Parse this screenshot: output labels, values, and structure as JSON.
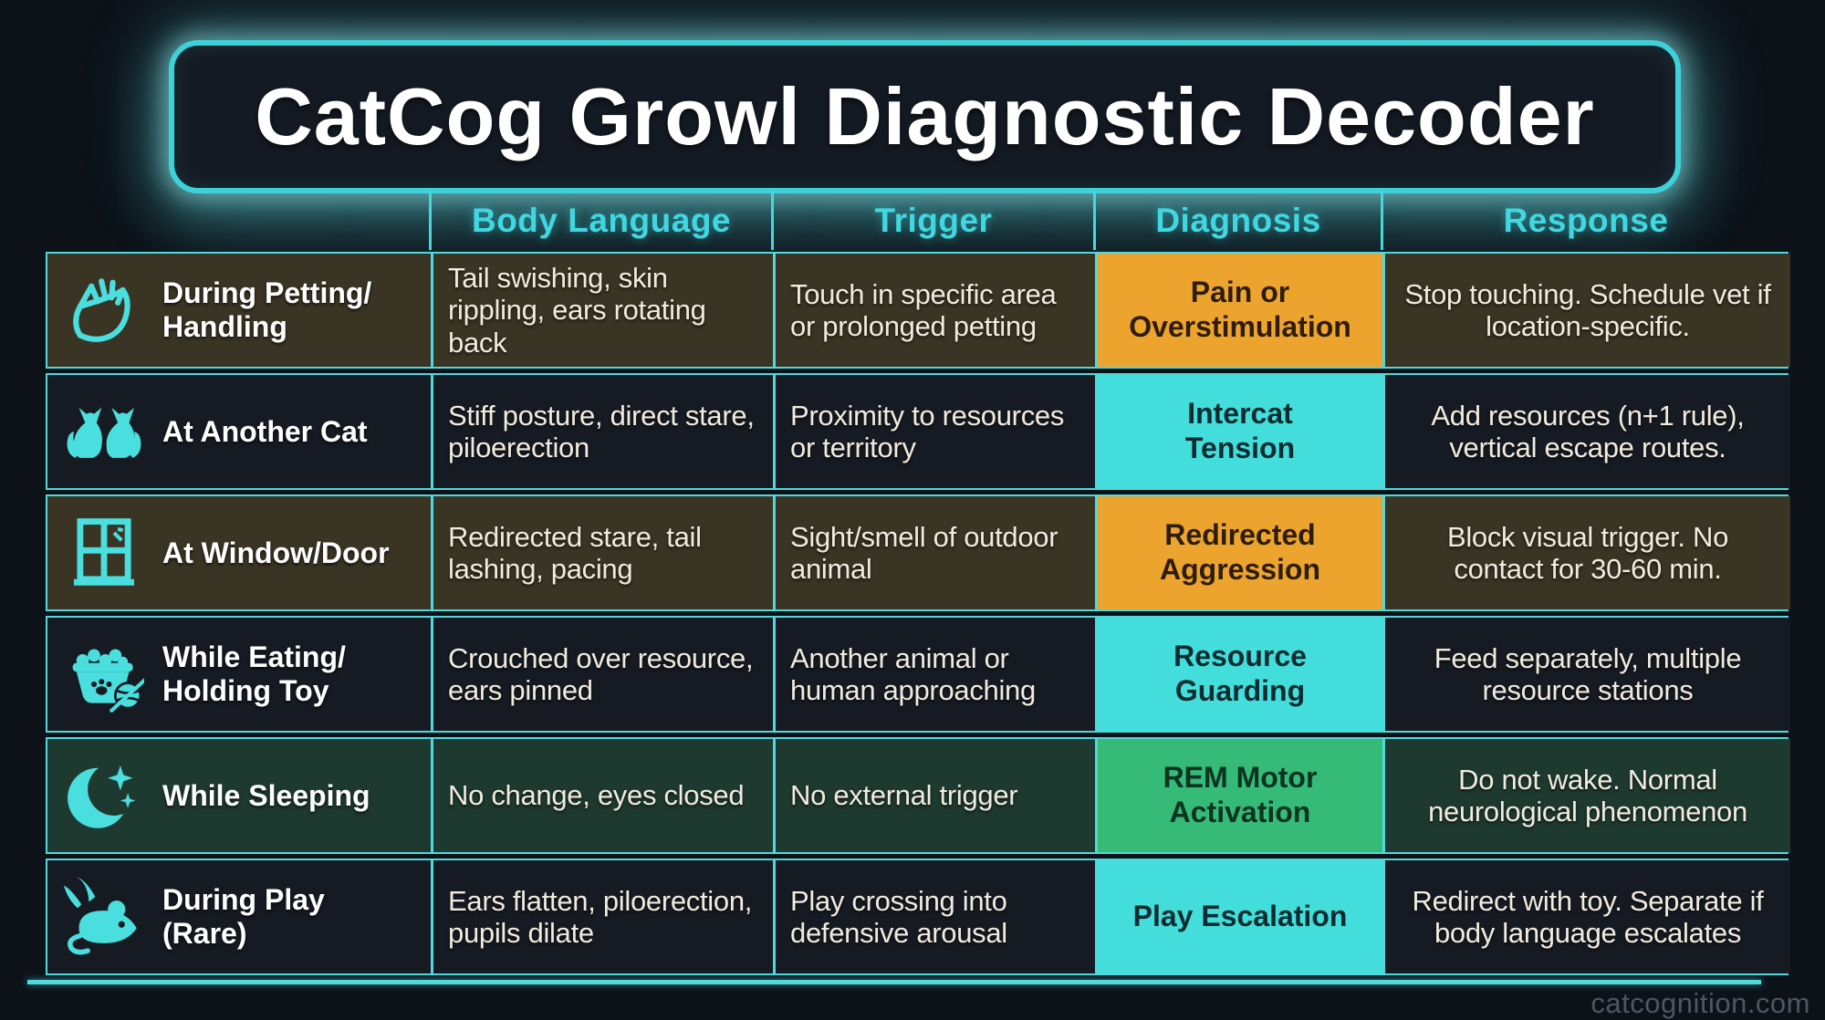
{
  "title": "CatCog Growl Diagnostic Decoder",
  "table": {
    "columns": [
      "Body Language",
      "Trigger",
      "Diagnosis",
      "Response"
    ],
    "rows": [
      {
        "icon": "petting-hand-icon",
        "situation": "During Petting/\nHandling",
        "body_language": "Tail swishing, skin rippling, ears rotating back",
        "trigger": "Touch in specific area or prolonged petting",
        "diagnosis": "Pain or\nOverstimulation",
        "diagnosis_color": "#EDA42F",
        "response": "Stop touching. Schedule vet if location-specific."
      },
      {
        "icon": "two-cats-icon",
        "situation": "At Another Cat",
        "body_language": "Stiff posture, direct stare, piloerection",
        "trigger": "Proximity to resources or territory",
        "diagnosis": "Intercat\nTension",
        "diagnosis_color": "#43DEDC",
        "response": "Add resources (n+1 rule), vertical escape routes."
      },
      {
        "icon": "window-icon",
        "situation": "At Window/Door",
        "body_language": "Redirected stare, tail lashing, pacing",
        "trigger": "Sight/smell of outdoor animal",
        "diagnosis": "Redirected\nAggression",
        "diagnosis_color": "#EDA42F",
        "response": "Block visual trigger. No contact for 30-60 min."
      },
      {
        "icon": "food-bowl-toy-icon",
        "situation": "While Eating/\nHolding Toy",
        "body_language": "Crouched over resource, ears pinned",
        "trigger": "Another animal or human approaching",
        "diagnosis": "Resource\nGuarding",
        "diagnosis_color": "#43DEDC",
        "response": "Feed separately, multiple resource stations"
      },
      {
        "icon": "moon-stars-icon",
        "situation": "While Sleeping",
        "body_language": "No change, eyes closed",
        "trigger": "No external trigger",
        "diagnosis": "REM Motor\nActivation",
        "diagnosis_color": "#36BA78",
        "response": "Do not wake. Normal neurological phenomenon"
      },
      {
        "icon": "toy-mouse-icon",
        "situation": "During Play\n(Rare)",
        "body_language": "Ears flatten, piloerection, pupils dilate",
        "trigger": "Play crossing into defensive arousal",
        "diagnosis": "Play Escalation",
        "diagnosis_color": "#43DEDC",
        "response": "Redirect with toy. Separate if body language escalates"
      }
    ]
  },
  "footer": {
    "watermark": "catcognition.com"
  },
  "colors": {
    "page_background": "#0D1219",
    "accent_teal": "#3ED2D8",
    "border_teal": "#4FD9DD",
    "header_text": "#41D7E0",
    "row_olive": "#3A3424",
    "row_navy": "#161B23",
    "row_green": "#1E3A30",
    "diagnosis_orange": "#EDA42F",
    "diagnosis_cyan": "#43DEDC",
    "diagnosis_green": "#36BA78",
    "body_text": "#F1EBDF",
    "icon_cyan": "#4ADEDE",
    "watermark_text": "#4E5662"
  }
}
